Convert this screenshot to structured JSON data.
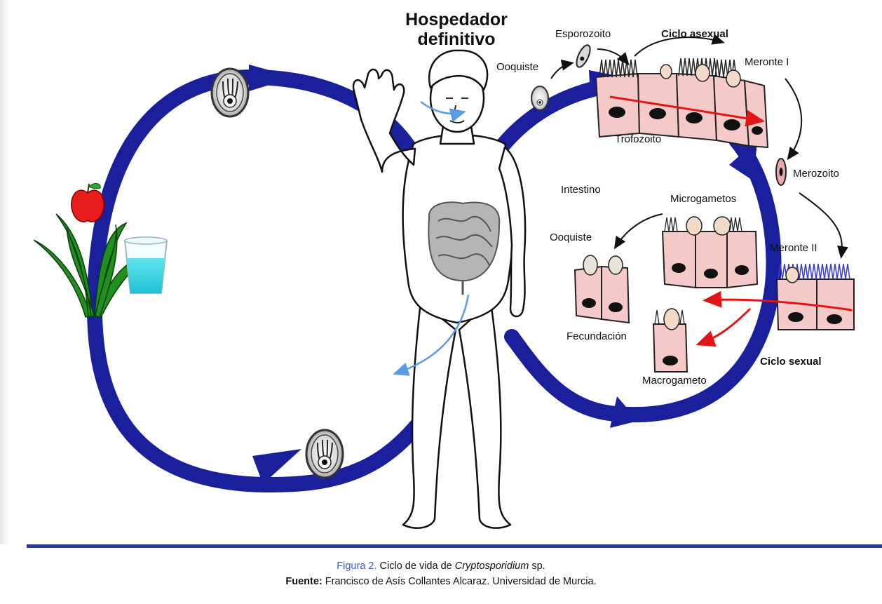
{
  "labels": {
    "hospedador_line1": "Hospedador",
    "hospedador_line2": "definitivo",
    "esporozoito": "Esporozoito",
    "ciclo_asexual": "Ciclo asexual",
    "ooquiste_top": "Ooquiste",
    "meronte_1": "Meronte I",
    "trofozoito": "Trofozoito",
    "merozoito": "Merozoito",
    "intestino": "Intestino",
    "microgametos": "Microgametos",
    "ooquiste_mid": "Ooquiste",
    "meronte_2": "Meronte II",
    "fecundacion": "Fecundación",
    "ciclo_sexual": "Ciclo sexual",
    "macrogameto": "Macrogameto"
  },
  "caption": {
    "figure_label": "Figura 2.",
    "figure_text_before": " Ciclo de vida de ",
    "figure_italic": "Cryptosporidium",
    "figure_text_after": " sp.",
    "source_label": "Fuente:",
    "source_text": " Francisco de Asís Collantes Alcaraz. Universidad de Murcia."
  },
  "colors": {
    "cycle_arrow": "#1a1f9c",
    "cell_fill": "#f6c9c9",
    "red_arrow": "#e31414",
    "light_arrow": "#5a9be6",
    "caption_accent": "#3a5fc4",
    "separator": "#2e3a8c"
  }
}
